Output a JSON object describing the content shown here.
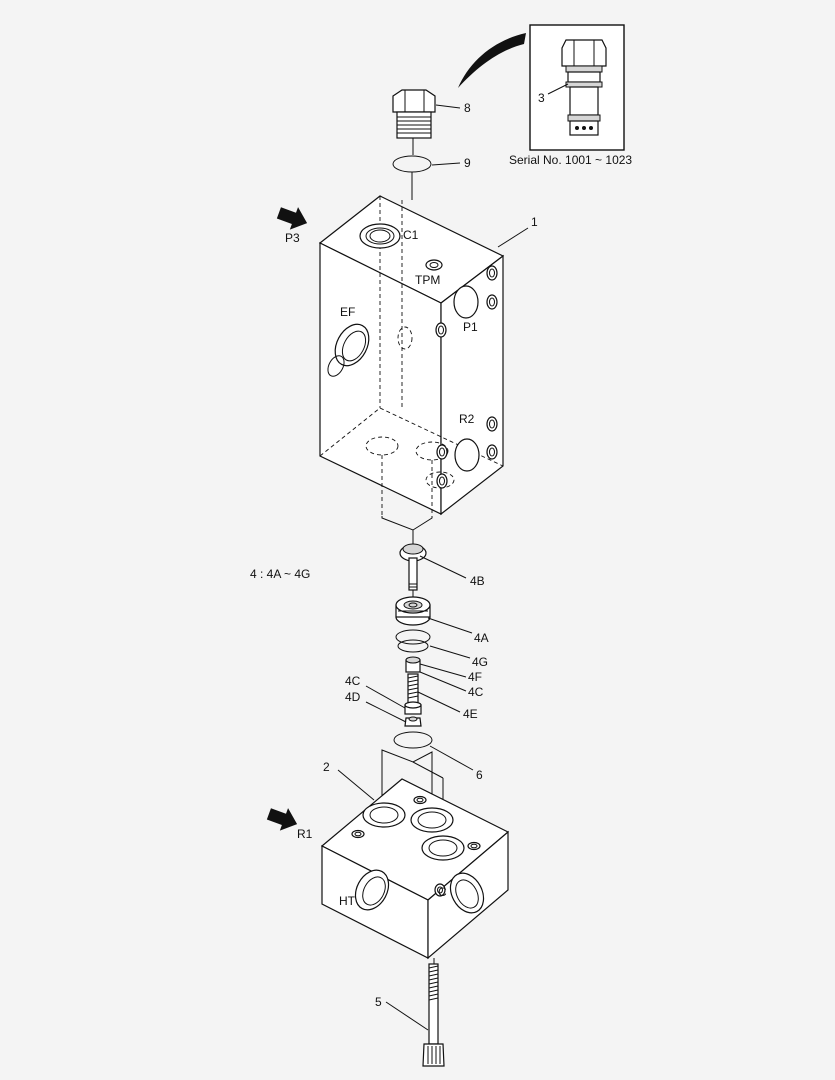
{
  "labels": {
    "part1": "1",
    "part2": "2",
    "part3": "3",
    "part5": "5",
    "part6": "6",
    "part8": "8",
    "part9": "9",
    "part4a": "4A",
    "part4b": "4B",
    "part4c_right": "4C",
    "part4c_left": "4C",
    "part4d": "4D",
    "part4e": "4E",
    "part4f": "4F",
    "part4g": "4G",
    "group4": "4 : 4A ~ 4G",
    "serial": "Serial No. 1001 ~ 1023",
    "port_p3": "P3",
    "port_c1": "C1",
    "port_tpm": "TPM",
    "port_ef": "EF",
    "port_p1": "P1",
    "port_r2": "R2",
    "port_r1": "R1",
    "port_ht": "HT",
    "port_c": "C"
  }
}
